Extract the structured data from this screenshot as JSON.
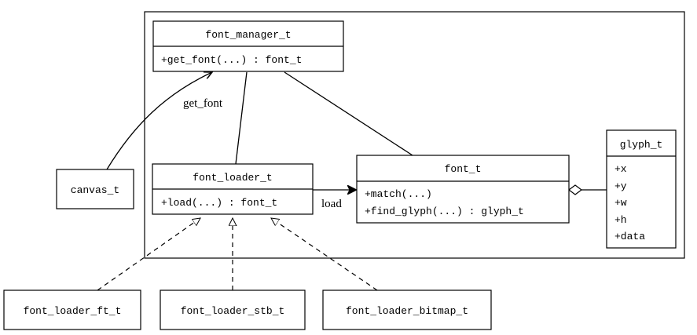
{
  "classes": {
    "font_manager": {
      "name": "font_manager_t",
      "members": [
        "+get_font(...) : font_t"
      ]
    },
    "font_loader": {
      "name": "font_loader_t",
      "members": [
        "+load(...) : font_t"
      ]
    },
    "font": {
      "name": "font_t",
      "members": [
        "+match(...)",
        "+find_glyph(...) : glyph_t"
      ]
    },
    "glyph": {
      "name": "glyph_t",
      "members": [
        "+x",
        "+y",
        "+w",
        "+h",
        "+data"
      ]
    },
    "canvas": {
      "name": "canvas_t"
    },
    "font_loader_ft": {
      "name": "font_loader_ft_t"
    },
    "font_loader_stb": {
      "name": "font_loader_stb_t"
    },
    "font_loader_bitmap": {
      "name": "font_loader_bitmap_t"
    }
  },
  "edges": {
    "get_font_label": "get_font",
    "load_label": "load"
  }
}
